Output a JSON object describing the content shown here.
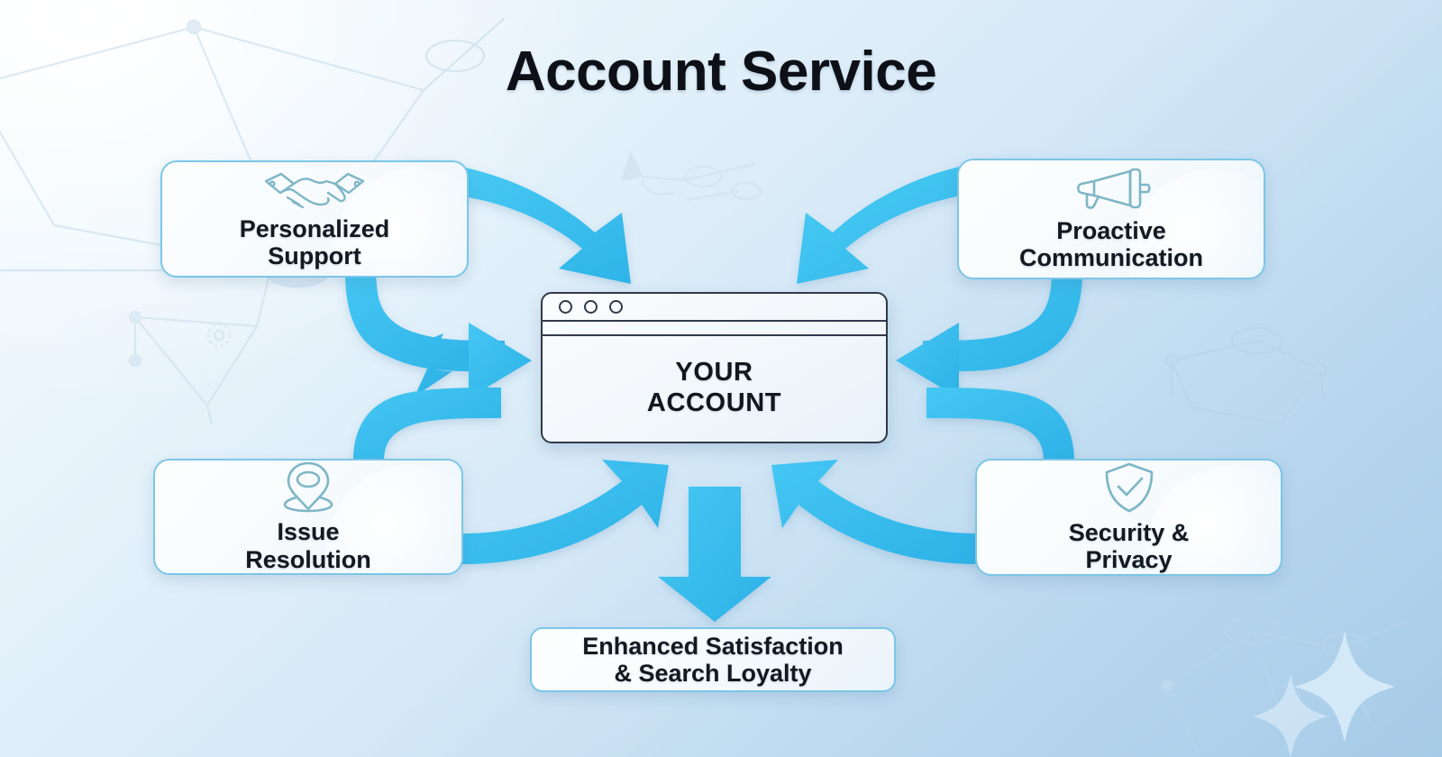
{
  "page": {
    "title": "Account Service",
    "accent_arrow_color": "#35bdf0",
    "card_border_color": "#7cc6e7",
    "icon_color": "#7fb6c6",
    "text_color": "#14181f",
    "background_colors": [
      "#f4fbfe",
      "#d6e9f7",
      "#a6cbe8"
    ]
  },
  "center": {
    "name": "your-account-window",
    "line1": "YOUR",
    "line2": "ACCOUNT",
    "dots": [
      "dot-1",
      "dot-2",
      "dot-3"
    ]
  },
  "cards": [
    {
      "id": "personalized",
      "icon": "handshake-icon",
      "line1": "Personalized",
      "line2": "Support"
    },
    {
      "id": "proactive",
      "icon": "megaphone-icon",
      "line1": "Proactive",
      "line2": "Communication"
    },
    {
      "id": "issue",
      "icon": "location-pin-icon",
      "line1": "Issue",
      "line2": "Resolution"
    },
    {
      "id": "security",
      "icon": "shield-check-icon",
      "line1": "Security &",
      "line2": "Privacy"
    }
  ],
  "outcome": {
    "id": "outcome",
    "line1": "Enhanced Satisfaction",
    "line2": "& Search Loyalty"
  },
  "flow": {
    "arrows": [
      {
        "name": "arrow-personalized-to-account-top",
        "from": "personalized",
        "to": "center"
      },
      {
        "name": "arrow-personalized-to-account-left",
        "from": "personalized",
        "to": "center"
      },
      {
        "name": "arrow-proactive-to-account-top",
        "from": "proactive",
        "to": "center"
      },
      {
        "name": "arrow-proactive-to-account-right",
        "from": "proactive",
        "to": "center"
      },
      {
        "name": "arrow-issue-to-account",
        "from": "issue",
        "to": "center"
      },
      {
        "name": "arrow-security-to-account",
        "from": "security",
        "to": "center"
      },
      {
        "name": "arrow-account-to-outcome",
        "from": "center",
        "to": "outcome"
      }
    ]
  }
}
